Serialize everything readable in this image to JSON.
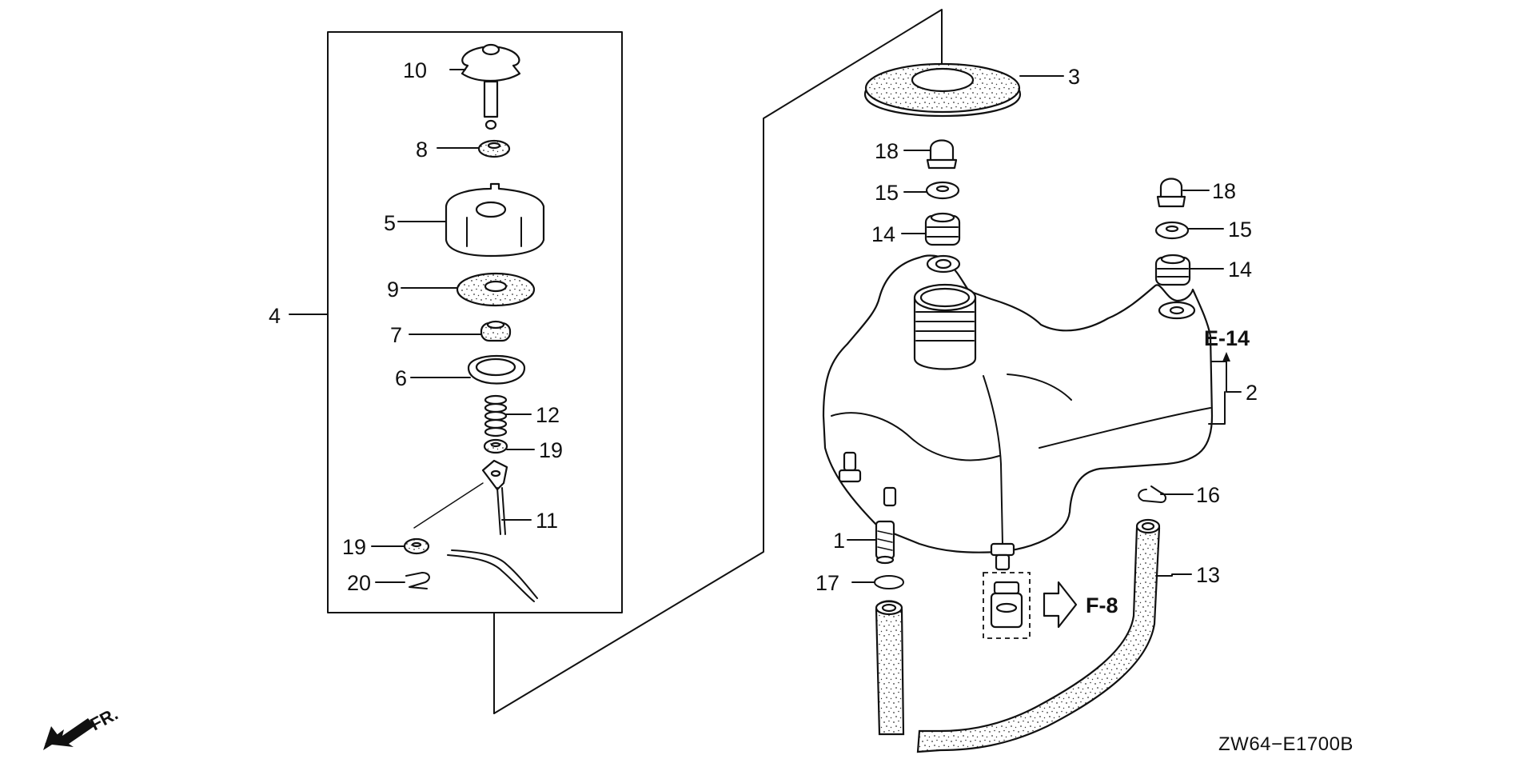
{
  "diagram": {
    "part_labels": {
      "p1": "1",
      "p2": "2",
      "p3": "3",
      "p4": "4",
      "p5": "5",
      "p6": "6",
      "p7": "7",
      "p8": "8",
      "p9": "9",
      "p10": "10",
      "p11": "11",
      "p12": "12",
      "p13": "13",
      "p14a": "14",
      "p14b": "14",
      "p15a": "15",
      "p15b": "15",
      "p16": "16",
      "p17": "17",
      "p18a": "18",
      "p18b": "18",
      "p19a": "19",
      "p19b": "19",
      "p20": "20"
    },
    "references": {
      "e14": "E-14",
      "f8": "F-8"
    },
    "front_indicator": "FR.",
    "diagram_code": "ZW64−E1700B"
  }
}
